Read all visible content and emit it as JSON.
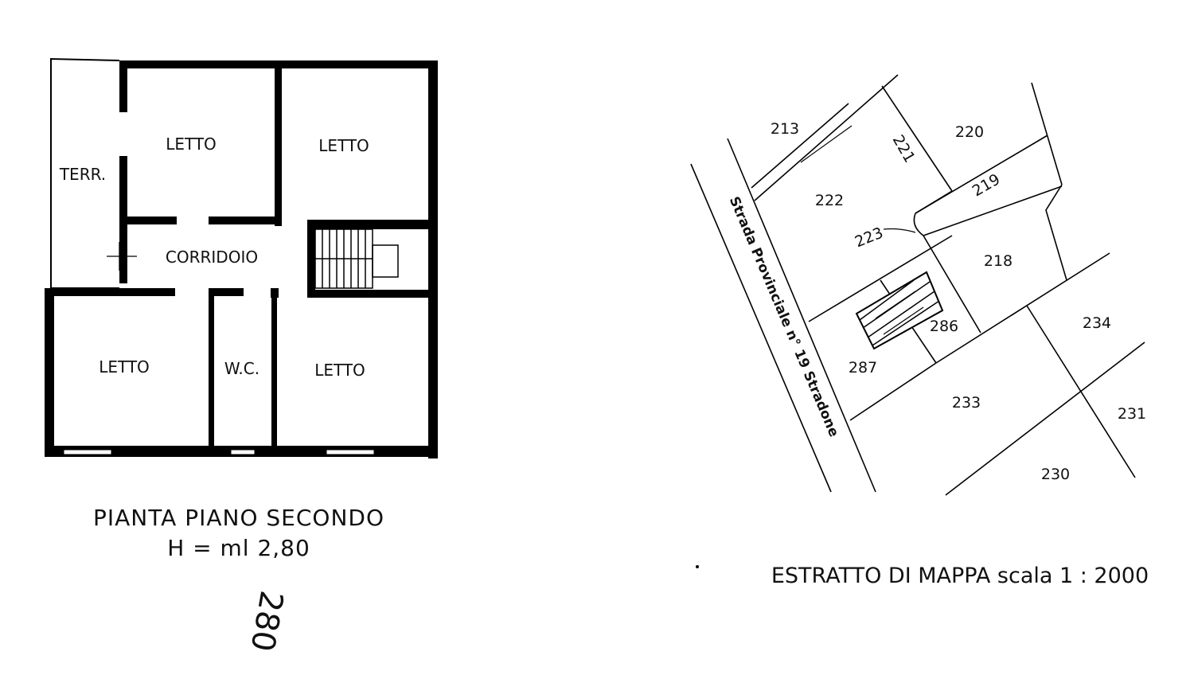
{
  "floor_plan": {
    "rooms": {
      "terrace": "TERR.",
      "bedroom_top_left": "LETTO",
      "bedroom_top_right": "LETTO",
      "corridor": "CORRIDOIO",
      "bedroom_bottom_left": "LETTO",
      "wc": "W.C.",
      "bedroom_bottom_right": "LETTO"
    },
    "title": "PIANTA PIANO SECONDO",
    "height": "H = ml 2,80",
    "handwritten_note": "280"
  },
  "cadastral_map": {
    "road": "Strada Provinciale n° 19 Stradone",
    "parcels": {
      "p213": "213",
      "p221": "221",
      "p220": "220",
      "p222": "222",
      "p219": "219",
      "p223": "223",
      "p218": "218",
      "p286": "286",
      "p234": "234",
      "p287": "287",
      "p233": "233",
      "p231": "231",
      "p230": "230"
    },
    "title": "ESTRATTO DI MAPPA scala 1 : 2000"
  }
}
